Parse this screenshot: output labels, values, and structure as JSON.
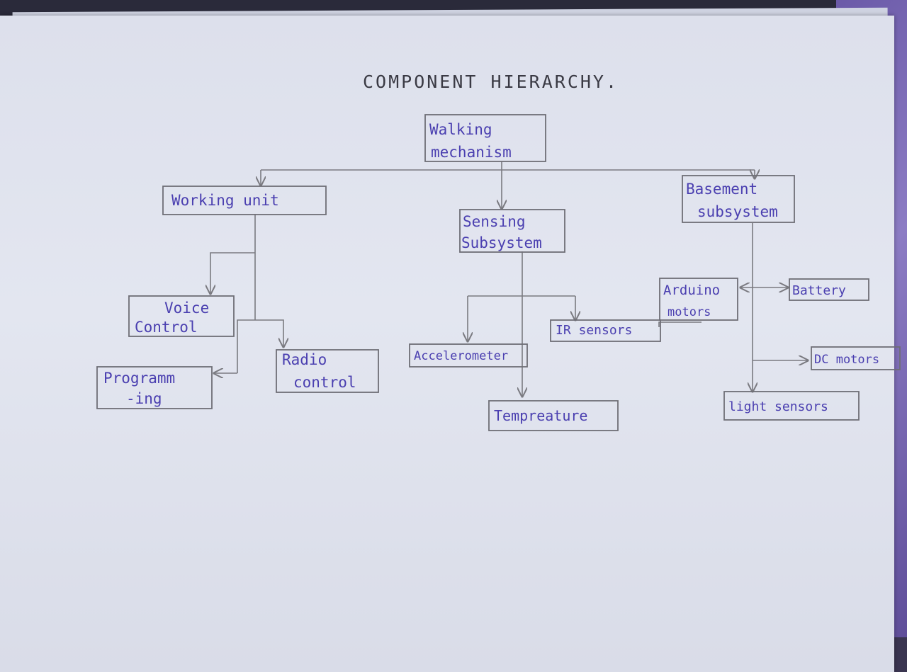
{
  "title": "COMPONENT HIERARCHY.",
  "nodes": {
    "walking_mechanism": [
      "Walking",
      "mechanism"
    ],
    "working_unit": [
      "Working unit"
    ],
    "sensing_subsystem": [
      "Sensing",
      "Subsystem"
    ],
    "basement_subsystem": [
      "Basement",
      "subsystem"
    ],
    "voice_control": [
      "Voice",
      "Control"
    ],
    "programming": [
      "Programm",
      "-ing"
    ],
    "radio_control": [
      "Radio",
      "control"
    ],
    "accelerometer": [
      "Accelerometer"
    ],
    "ir_sensors": [
      "IR sensors"
    ],
    "temperature": [
      "Tempreature"
    ],
    "arduino_motors": [
      "Arduino",
      "motors"
    ],
    "battery": [
      "Battery"
    ],
    "dc_motors": [
      "DC motors"
    ],
    "light_sensors": [
      "light sensors"
    ]
  },
  "colors": {
    "ink": "#4a3fb0",
    "pencil": "#7a7a80"
  }
}
